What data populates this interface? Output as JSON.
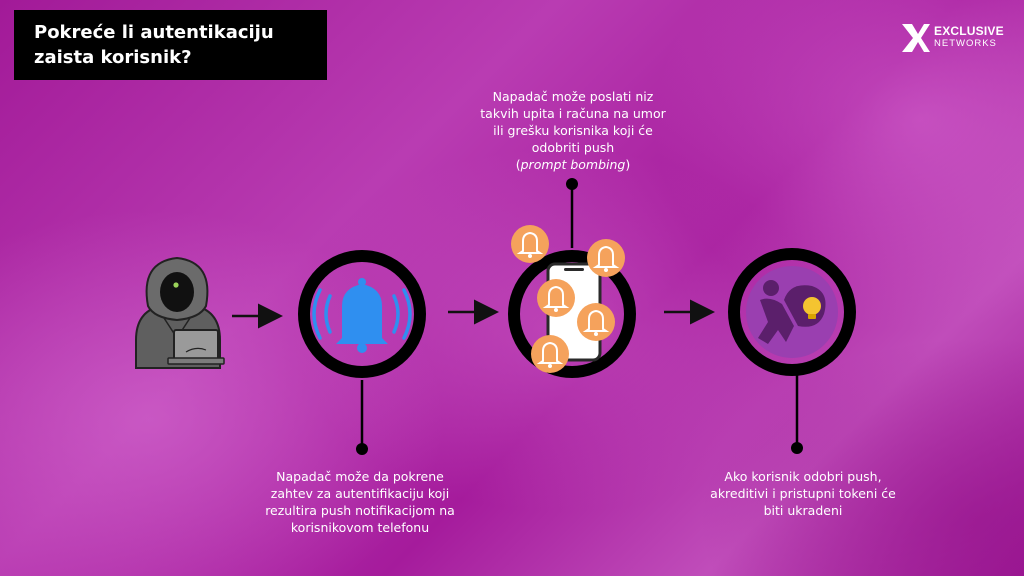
{
  "title": {
    "line1": "Pokreće li autentikaciju",
    "line2": "zaista korisnik?"
  },
  "logo": {
    "name_line1": "EXCLUSIVE",
    "name_line2": "NETWORKS"
  },
  "steps": {
    "hacker": {
      "icon": "hooded-hacker-with-laptop-icon"
    },
    "push_notification": {
      "icon": "bell-ringing-icon",
      "caption": [
        "Napadač može da pokrene",
        "zahtev za autentifikaciju koji",
        "rezultira push notifikacijom na",
        "korisnikovom telefonu"
      ]
    },
    "prompt_bombing": {
      "icon": "phone-with-bells-icon",
      "caption": [
        "Napadač može poslati niz",
        "takvih upita i računa na umor",
        "ili grešku korisnika koji će",
        "odobriti push"
      ],
      "caption_term_open": "(",
      "caption_term": "prompt bombing",
      "caption_term_close": ")"
    },
    "theft": {
      "icon": "thief-with-bag-icon",
      "caption": [
        "Ako korisnik odobri push,",
        "akreditivi i pristupni tokeni će",
        "biti ukradeni"
      ]
    }
  },
  "colors": {
    "ring": "#000000",
    "bell_blue": "#2f8ff0",
    "notification_orange": "#f5a25c",
    "theft_circle": "#9a3fb0",
    "bulb_yellow": "#f4c430"
  }
}
